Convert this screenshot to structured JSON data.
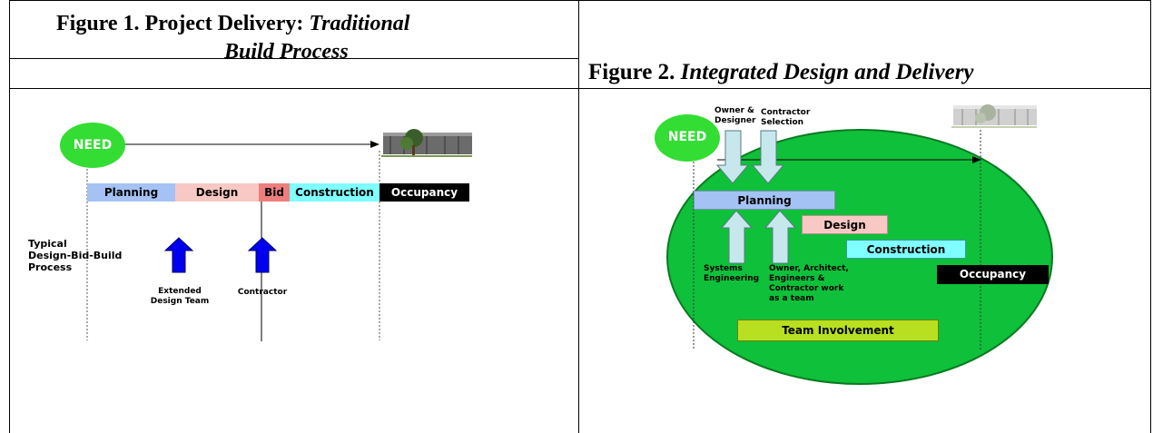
{
  "fig1": {
    "title_prefix": "Figure 1. Project Delivery:",
    "title_italic_1": "Traditional",
    "title_italic_2": "Build Process",
    "need": "NEED",
    "phases": [
      "Planning",
      "Design",
      "Bid",
      "Construction",
      "Occupancy"
    ],
    "side_label": [
      "Typical",
      "Design-Bid-Build",
      "Process"
    ],
    "arrow1_label": [
      "Extended",
      "Design Team"
    ],
    "arrow2_label": "Contractor"
  },
  "fig2": {
    "title_prefix": "Figure 2.",
    "title_italic": "Integrated Design and Delivery",
    "need": "NEED",
    "top_label_1": [
      "Owner &",
      "Designer"
    ],
    "top_label_2": [
      "Contractor",
      "Selection"
    ],
    "phases": [
      "Planning",
      "Design",
      "Construction",
      "Occupancy"
    ],
    "bottom_label_1": [
      "Systems",
      "Engineering"
    ],
    "bottom_label_2": [
      "Owner, Architect,",
      "Engineers &",
      "Contractor work",
      "as a team"
    ],
    "team": "Team Involvement"
  },
  "colors": {
    "planning": "#A4C2F4",
    "design": "#F8C8C4",
    "bid": "#EE7E7E",
    "construction": "#7FFFFF",
    "occupancy": "#000000",
    "need": "#33DD33",
    "ellipse": "#0FC03A",
    "team": "#B8E020",
    "blue_arrow": "#0000EE",
    "light_arrow": "#C6E8EC"
  }
}
